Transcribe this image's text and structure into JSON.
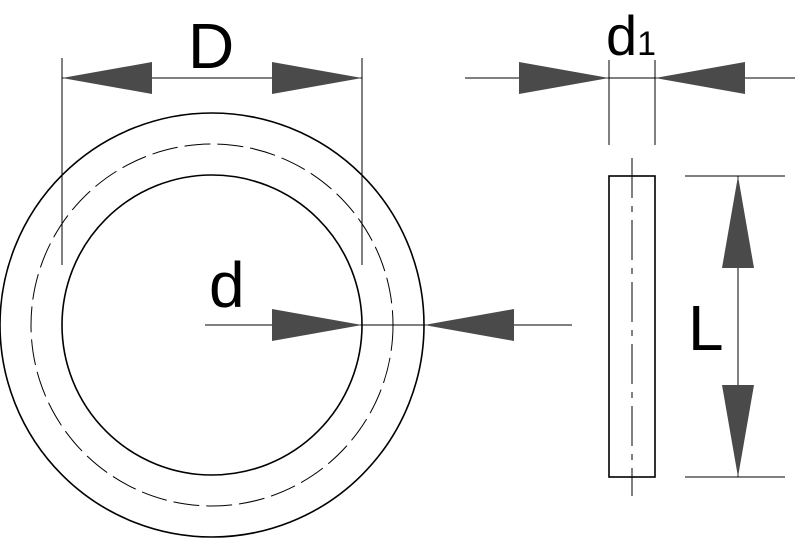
{
  "labels": {
    "outer_diameter": "D",
    "inner_diameter": "d",
    "section_main": "d",
    "section_subscript": "1",
    "length": "L"
  },
  "colors": {
    "line": "#000000",
    "arrow_fill": "#4a4a4a",
    "background": "#ffffff"
  }
}
